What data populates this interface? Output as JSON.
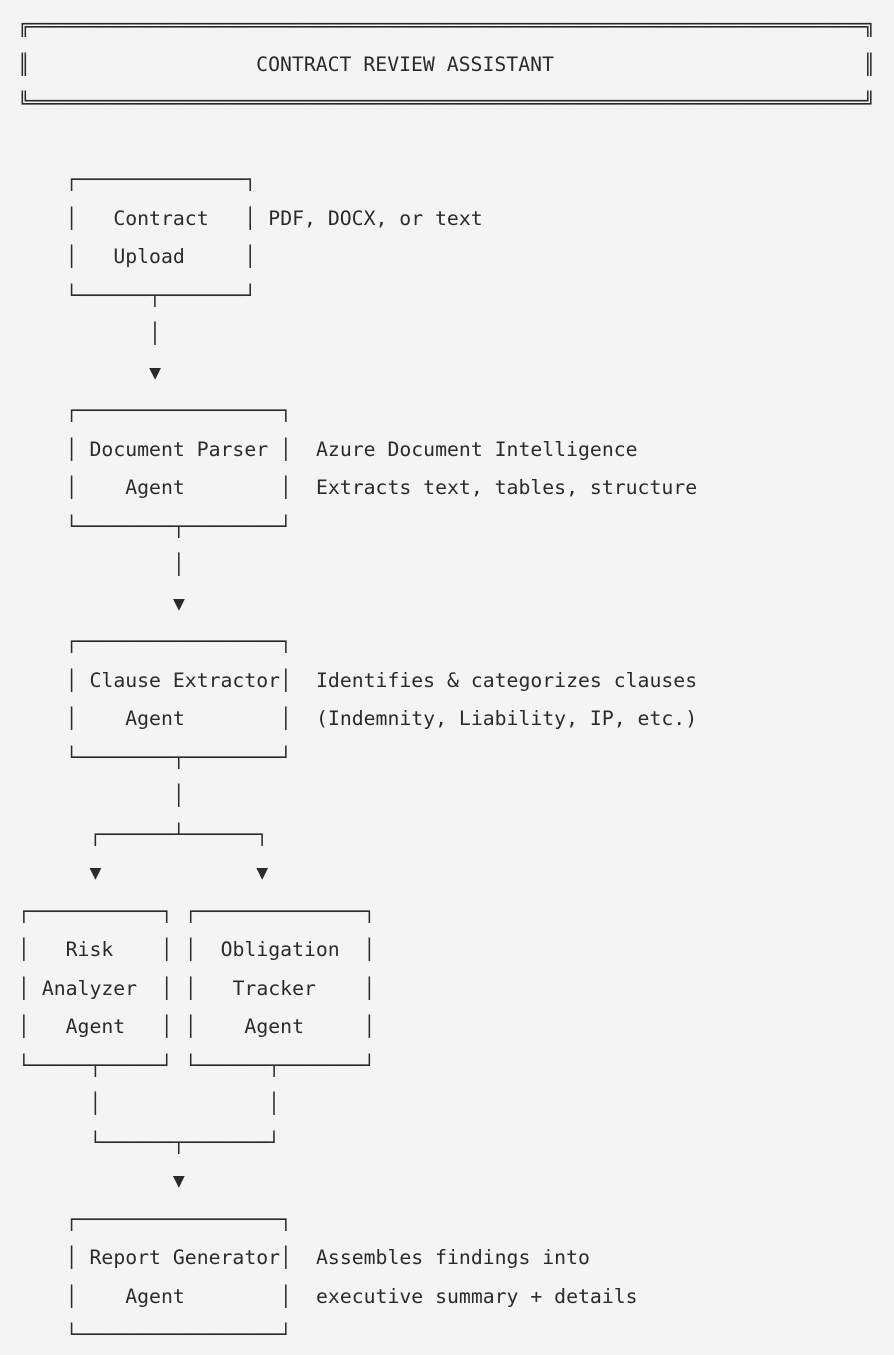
{
  "page": {
    "background": "#f4f4f4",
    "ink": "#2b2b2b"
  },
  "banner": {
    "title": "CONTRACT REVIEW ASSISTANT",
    "art": [
      "╔══════════════════════════════════════════════════════════════════════╗",
      "║                   CONTRACT REVIEW ASSISTANT                          ║",
      "╚══════════════════════════════════════════════════════════════════════╝"
    ]
  },
  "nodes": {
    "contract_upload": {
      "art": [
        "┌──────────────┐",
        "│   Contract   │",
        "│   Upload     │",
        "└──────┬───────┘"
      ],
      "annotation": [
        "PDF, DOCX, or text"
      ]
    },
    "document_parser": {
      "art": [
        "┌─────────────────┐",
        "│ Document Parser │",
        "│    Agent        │",
        "└────────┬────────┘"
      ],
      "annotation": [
        "Azure Document Intelligence",
        "Extracts text, tables, structure"
      ]
    },
    "clause_extractor": {
      "art": [
        "┌─────────────────┐",
        "│ Clause Extractor│",
        "│    Agent        │",
        "└────────┬────────┘"
      ],
      "annotation": [
        "Identifies & categorizes clauses",
        "(Indemnity, Liability, IP, etc.)"
      ]
    },
    "risk_analyzer": {
      "art": [
        "┌───────────┐",
        "│   Risk    │",
        "│ Analyzer  │",
        "│   Agent   │",
        "└─────┬─────┘"
      ]
    },
    "obligation_tracker": {
      "art": [
        "┌──────────────┐",
        "│  Obligation  │",
        "│   Tracker    │",
        "│    Agent     │",
        "└──────┬───────┘"
      ]
    },
    "report_generator": {
      "art": [
        "┌─────────────────┐",
        "│ Report Generator│",
        "│    Agent        │",
        "└─────────────────┘"
      ],
      "annotation": [
        "Assembles findings into",
        "executive summary + details"
      ]
    }
  },
  "connectors": {
    "upload_to_parser": [
      "│",
      "▼"
    ],
    "parser_to_clause": [
      "│",
      "▼"
    ],
    "clause_split": [
      "       │",
      "┌──────┴──────┐",
      "▼             ▼"
    ],
    "merge_to_report": [
      "│              │",
      "└──────┬───────┘",
      "       ▼"
    ]
  }
}
